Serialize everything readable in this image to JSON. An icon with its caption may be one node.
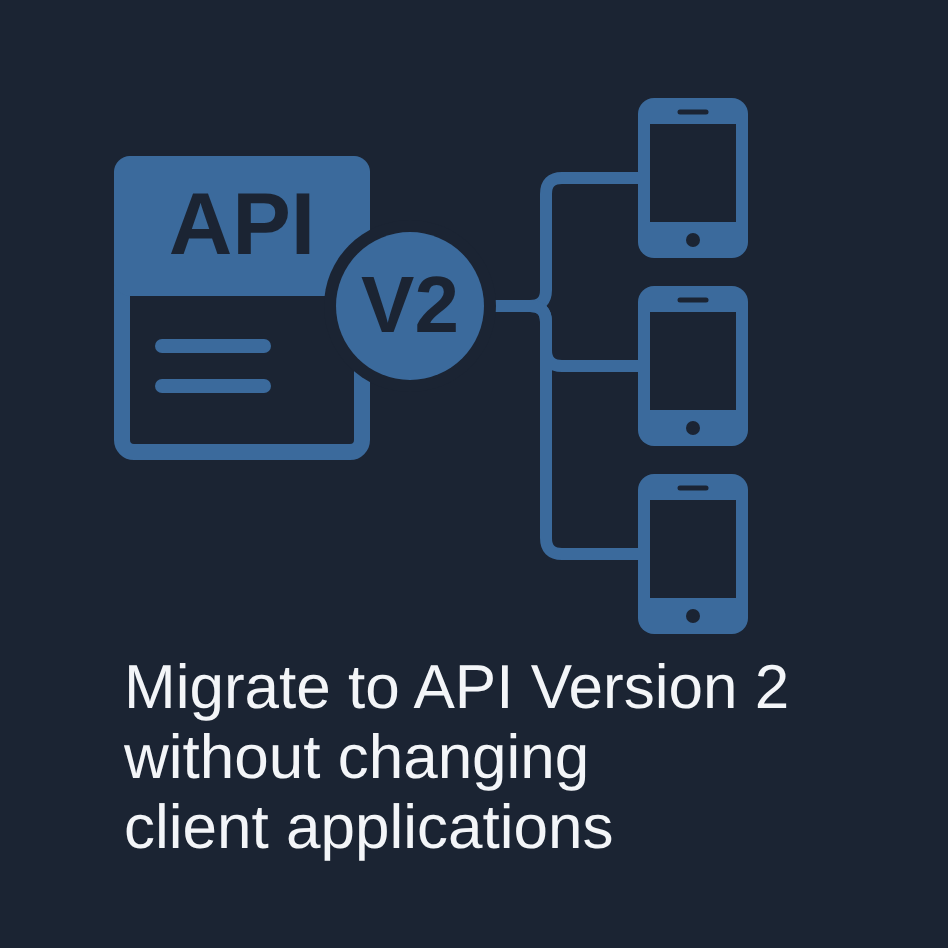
{
  "diagram": {
    "caption": "Migrate to API Version 2 without changing client applications",
    "nodes": [
      {
        "text": [
          "API"
        ]
      },
      {
        "text": [
          "V2"
        ]
      },
      {
        "text": [],
        "shape": "picture"
      },
      {
        "text": [],
        "shape": "picture"
      },
      {
        "text": [],
        "shape": "picture"
      }
    ],
    "edges": [
      {
        "from": 1,
        "to": 2,
        "arrow": "none"
      },
      {
        "from": 1,
        "to": 3,
        "arrow": "none"
      },
      {
        "from": 1,
        "to": 4,
        "arrow": "none"
      }
    ]
  }
}
